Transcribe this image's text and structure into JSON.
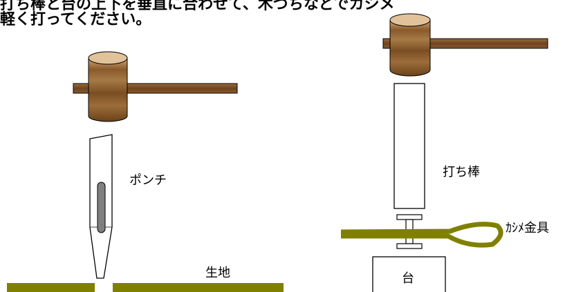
{
  "instructions": {
    "line_clipped": "打ち棒と台の上下を垂直に合わせて、木づちなどでカシメ",
    "line_main": "軽く打ってください。"
  },
  "labels": {
    "punch": "ポンチ",
    "fabric": "生地",
    "rod": "打ち棒",
    "rivet": "ｶｼﾒ金具",
    "stand": "台"
  },
  "colors": {
    "mallet_wood": "#8a5a2b",
    "fabric": "#808000",
    "outline": "#000000",
    "punch_slot": "#808080"
  }
}
